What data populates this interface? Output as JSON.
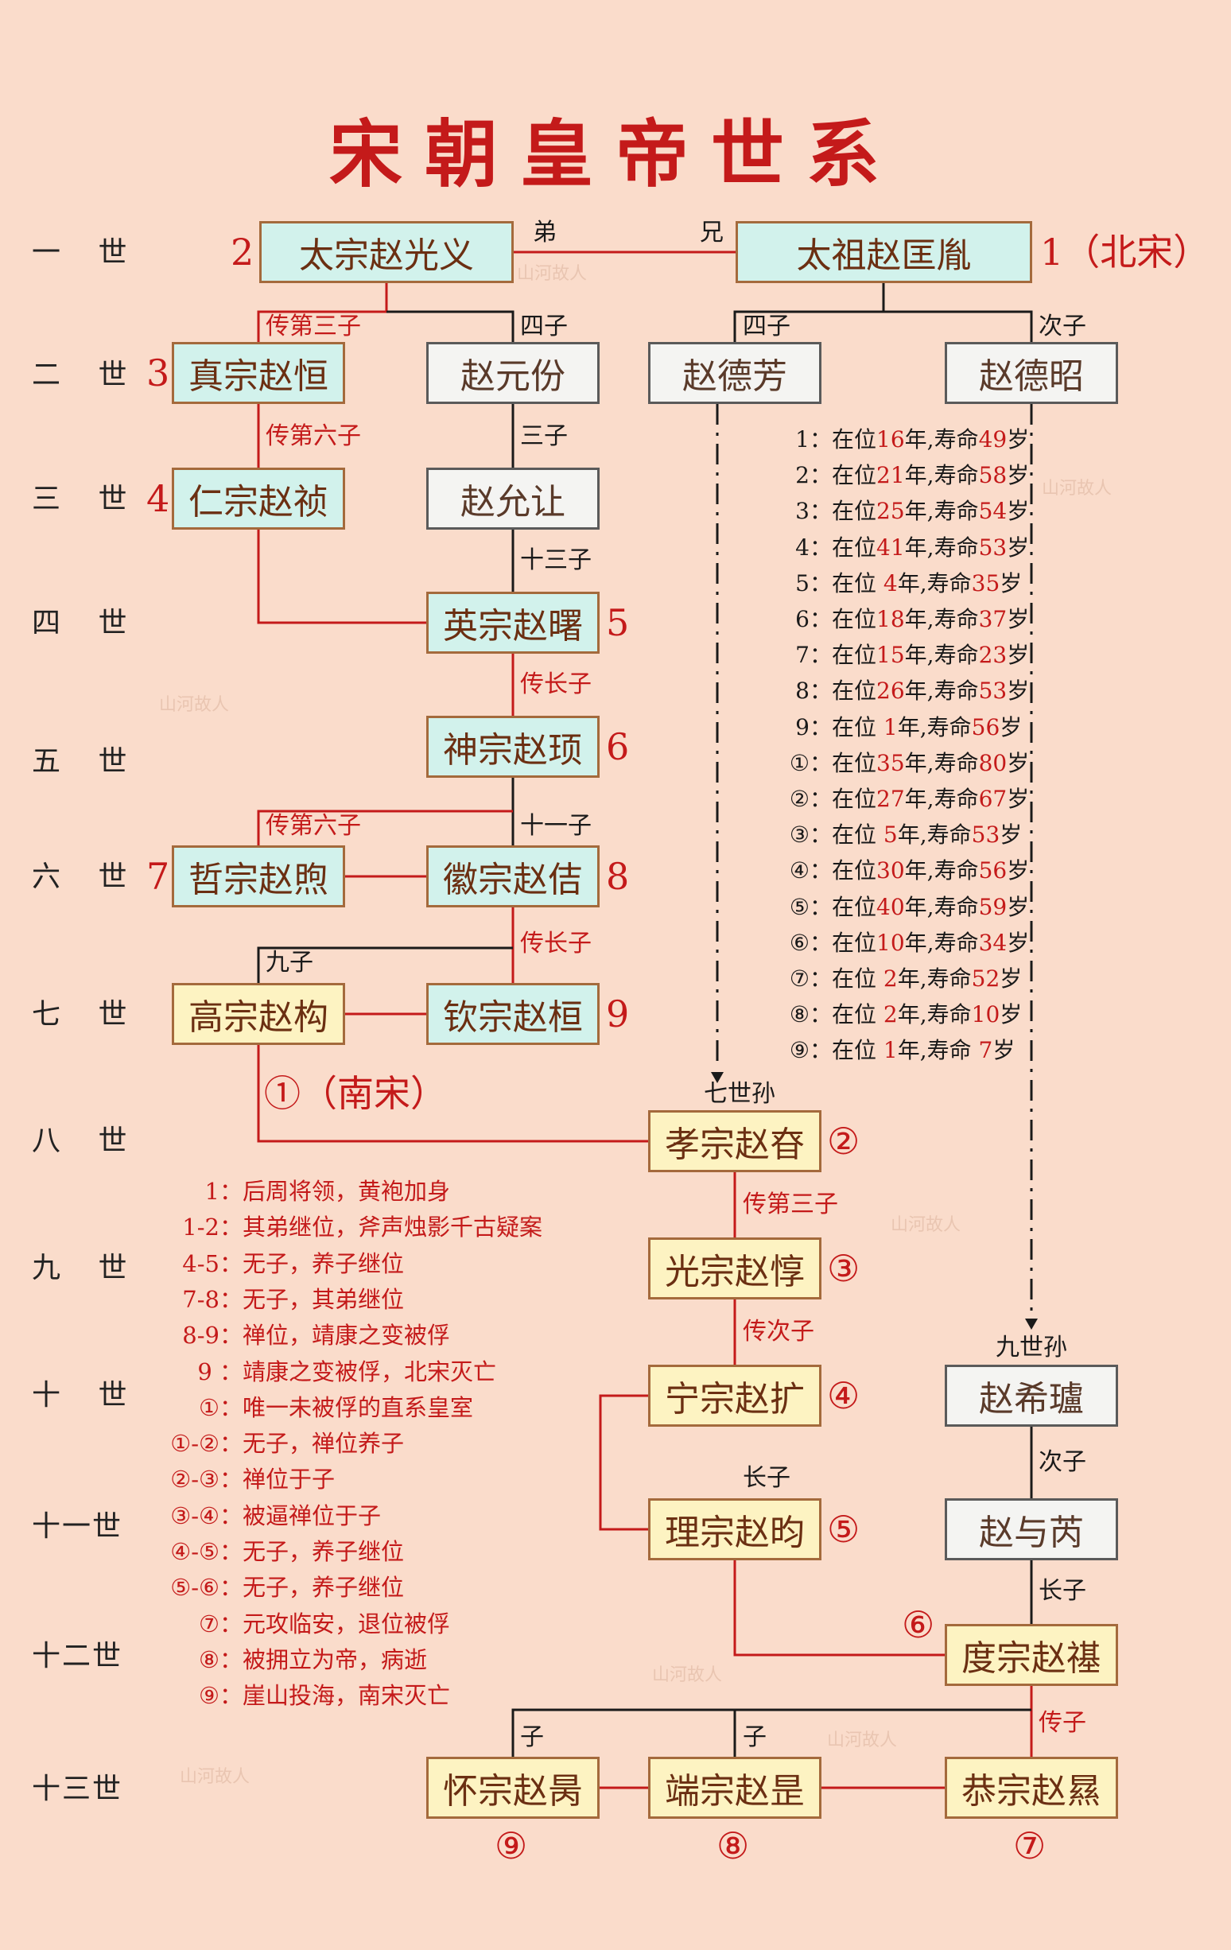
{
  "title": "宋朝皇帝世系",
  "generations": [
    "一 世",
    "二 世",
    "三 世",
    "四 世",
    "五 世",
    "六 世",
    "七 世",
    "八 世",
    "九 世",
    "十 世",
    "十一世",
    "十二世",
    "十三世"
  ],
  "persons": {
    "taizong": {
      "name": "太宗赵光义",
      "mark": "2"
    },
    "taizu": {
      "name": "太祖赵匡胤",
      "mark": "1（北宋）"
    },
    "zhenzong": {
      "name": "真宗赵恒",
      "mark": "3"
    },
    "yuanfen": {
      "name": "赵元份"
    },
    "defang": {
      "name": "赵德芳"
    },
    "dezhao": {
      "name": "赵德昭"
    },
    "renzong": {
      "name": "仁宗赵祯",
      "mark": "4"
    },
    "yunrang": {
      "name": "赵允让"
    },
    "yingzong": {
      "name": "英宗赵曙",
      "mark": "5"
    },
    "shenzong": {
      "name": "神宗赵顼",
      "mark": "6"
    },
    "zhezong": {
      "name": "哲宗赵煦",
      "mark": "7"
    },
    "huizong": {
      "name": "徽宗赵佶",
      "mark": "8"
    },
    "gaozong": {
      "name": "高宗赵构",
      "mark": "①（南宋）"
    },
    "qinzong": {
      "name": "钦宗赵桓",
      "mark": "9"
    },
    "xiaozong": {
      "name": "孝宗赵昚",
      "mark": "②"
    },
    "guangzong": {
      "name": "光宗赵惇",
      "mark": "③"
    },
    "ningzong": {
      "name": "宁宗赵扩",
      "mark": "④"
    },
    "xilu": {
      "name": "赵希瓐"
    },
    "lizong": {
      "name": "理宗赵昀",
      "mark": "⑤"
    },
    "yurui": {
      "name": "赵与芮"
    },
    "duzong": {
      "name": "度宗赵禥",
      "mark": "⑥"
    },
    "huaizong": {
      "name": "怀宗赵昺",
      "mark": "⑨"
    },
    "duanzong": {
      "name": "端宗赵昰",
      "mark": "⑧"
    },
    "gongzong": {
      "name": "恭宗赵㬎",
      "mark": "⑦"
    }
  },
  "edge_labels": {
    "di": "弟",
    "xiong": "兄",
    "chuan_3rd_1": "传第三子",
    "sizi_1": "四子",
    "sizi_2": "四子",
    "cizi_1": "次子",
    "chuan_6th_1": "传第六子",
    "sanzi": "三子",
    "shisanzi": "十三子",
    "chuan_eldest_1": "传长子",
    "chuan_6th_2": "传第六子",
    "shiyizi": "十一子",
    "chuan_eldest_2": "传长子",
    "jiuzi": "九子",
    "qishisun": "七世孙",
    "chuan_3rd_2": "传第三子",
    "chuan_2nd": "传次子",
    "jiushisun": "九世孙",
    "cizi_2": "次子",
    "zhangzi_1": "长子",
    "zhangzi_2": "长子",
    "chuanzi": "传子",
    "zi_1": "子",
    "zi_2": "子"
  },
  "reign_list": [
    {
      "key": "1",
      "reign": "16",
      "age": "49"
    },
    {
      "key": "2",
      "reign": "21",
      "age": "58"
    },
    {
      "key": "3",
      "reign": "25",
      "age": "54"
    },
    {
      "key": "4",
      "reign": "41",
      "age": "53"
    },
    {
      "key": "5",
      "reign": " 4",
      "age": "35"
    },
    {
      "key": "6",
      "reign": "18",
      "age": "37"
    },
    {
      "key": "7",
      "reign": "15",
      "age": "23"
    },
    {
      "key": "8",
      "reign": "26",
      "age": "53"
    },
    {
      "key": "9",
      "reign": " 1",
      "age": "56"
    },
    {
      "key": "①",
      "reign": "35",
      "age": "80"
    },
    {
      "key": "②",
      "reign": "27",
      "age": "67"
    },
    {
      "key": "③",
      "reign": " 5",
      "age": "53"
    },
    {
      "key": "④",
      "reign": "30",
      "age": "56"
    },
    {
      "key": "⑤",
      "reign": "40",
      "age": "59"
    },
    {
      "key": "⑥",
      "reign": "10",
      "age": "34"
    },
    {
      "key": "⑦",
      "reign": " 2",
      "age": "52"
    },
    {
      "key": "⑧",
      "reign": " 2",
      "age": "10"
    },
    {
      "key": "⑨",
      "reign": " 1",
      "age": " 7"
    }
  ],
  "reign_text": {
    "colon": "：",
    "zaiwei": "在位",
    "nian": "年,寿命",
    "sui": "岁"
  },
  "notes": [
    {
      "key": "1：",
      "text": "后周将领，黄袍加身"
    },
    {
      "key": "1-2：",
      "text": "其弟继位，斧声烛影千古疑案"
    },
    {
      "key": "4-5：",
      "text": "无子，养子继位"
    },
    {
      "key": "7-8：",
      "text": "无子，其弟继位"
    },
    {
      "key": "8-9：",
      "text": "禅位，靖康之变被俘"
    },
    {
      "key": "9 ：",
      "text": "靖康之变被俘，北宋灭亡"
    },
    {
      "key": "①：",
      "text": "唯一未被俘的直系皇室"
    },
    {
      "key": "①-②：",
      "text": "无子，禅位养子"
    },
    {
      "key": "②-③：",
      "text": "禅位于子"
    },
    {
      "key": "③-④：",
      "text": "被逼禅位于子"
    },
    {
      "key": "④-⑤：",
      "text": "无子，养子继位"
    },
    {
      "key": "⑤-⑥：",
      "text": "无子，养子继位"
    },
    {
      "key": "⑦：",
      "text": "元攻临安，退位被俘"
    },
    {
      "key": "⑧：",
      "text": "被拥立为帝，病逝"
    },
    {
      "key": "⑨：",
      "text": "崖山投海，南宋灭亡"
    }
  ],
  "watermark": "山河故人",
  "colors": {
    "background": "#fadccb",
    "line_red": "#c41a1a",
    "line_black": "#1a1a1a",
    "title": "#c41a1a"
  }
}
